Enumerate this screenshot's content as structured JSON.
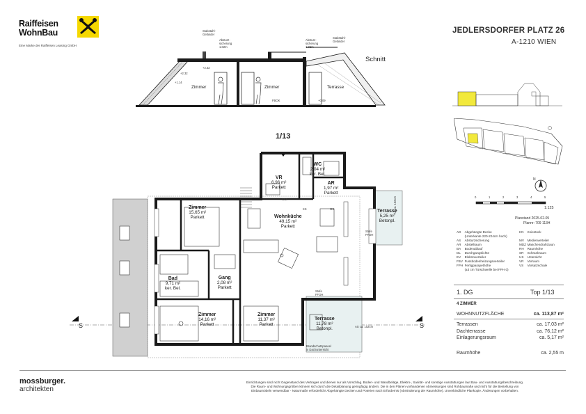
{
  "logo": {
    "line1": "Raiffeisen",
    "line2": "WohnBau",
    "tagline": "Eine Marke der Raiffeisen Leasing GmbH"
  },
  "project": {
    "address": "JEDLERSDORFER PLATZ 26",
    "city": "A-1210 WIEN"
  },
  "section": {
    "title": "Schnitt",
    "labels": {
      "railing1": "Stabstahl-\nGeländer",
      "fall1": "Absturz-\nsicherung\n1.02m",
      "fall2": "Absturz-\nsicherung\n1.02m",
      "railing2": "Stabstahl-\nGeländer",
      "room1": "Zimmer",
      "room2": "Zimmer",
      "terrace": "Terrasse",
      "lvl1": "+2.32",
      "lvl2": "+1.14",
      "lvl3": "FBOK",
      "lvl4": "+0.09",
      "lvl5": "+2.32"
    }
  },
  "plan": {
    "unit_marker": "1/13",
    "section_marker": "S",
    "rooms": [
      {
        "name": "VR",
        "area": "6,96 m²",
        "floor": "Parkett"
      },
      {
        "name": "WC",
        "area": "2,04 m²",
        "floor": "ker. Bel."
      },
      {
        "name": "AR",
        "area": "1,97 m²",
        "floor": "Parkett"
      },
      {
        "name": "Wohnküche",
        "area": "49,15 m²",
        "floor": "Parkett"
      },
      {
        "name": "Zimmer",
        "area": "15,65 m²",
        "floor": "Parkett"
      },
      {
        "name": "Terrasse",
        "area": "5,25 m²",
        "floor": "Betonpl."
      },
      {
        "name": "Gang",
        "area": "2,08 m²",
        "floor": "Parkett"
      },
      {
        "name": "Bad",
        "area": "9,71 m²",
        "floor": "ker. Bel."
      },
      {
        "name": "Zimmer",
        "area": "14,16 m²",
        "floor": "Parkett"
      },
      {
        "name": "Zimmer",
        "area": "11,37 m²",
        "floor": "Parkett"
      },
      {
        "name": "Terrasse",
        "area": "11,78 m²",
        "floor": "Betonpl."
      }
    ],
    "notes": {
      "as1": "AS ca. 102cm",
      "as2": "AS ca. 102cm",
      "fire": "Brandschutzpaneel\nin Dachuntersicht",
      "ks": "KS",
      "gs": "GS",
      "wm": "WM",
      "stufe1": "Stufe\nFFOH",
      "stufe2": "Stufe\nFFOH"
    }
  },
  "planinfo": {
    "scale": "1:125",
    "scale_ticks": [
      "0",
      "1",
      "2",
      "3",
      "4",
      "5"
    ],
    "date": "Planstand 2025-02-05",
    "plan_no": "Plannr: 709   113H",
    "north": "N"
  },
  "legend": [
    {
      "k": "AD",
      "v": "Abgehängte Decke\n(Unterkante 220-224cm hoch)",
      "k2": "KN",
      "v2": "Kniestock"
    },
    {
      "k": "AS",
      "v": "Absturzsicherung",
      "k2": "MV",
      "v2": "Medienverteiler"
    },
    {
      "k": "AR",
      "v": "Abstellraum",
      "k2": "MDZ",
      "v2": "Maschendrahtzaun"
    },
    {
      "k": "BA",
      "v": "Bodenablauf",
      "k2": "RH",
      "v2": "Raumhöhe"
    },
    {
      "k": "DL",
      "v": "Durchgangslichte",
      "k2": "SR",
      "v2": "Schrankraum"
    },
    {
      "k": "EV",
      "v": "Elektroverteiler",
      "k2": "US",
      "v2": "Untersicht"
    },
    {
      "k": "FBV",
      "v": "Fussbodenheizungsverteiler",
      "k2": "VR",
      "v2": "Vorraum"
    },
    {
      "k": "FPH",
      "v": "Fertigparapethöhe\n(±3 cm Türschwelle bei FPH 0)",
      "k2": "VS",
      "v2": "Vorsatzschale"
    }
  ],
  "unit": {
    "floor": "1. DG",
    "top": "Top 1/13",
    "rooms": "4 ZIMMER",
    "living_label": "WOHNNUTZFLÄCHE",
    "living_value": "ca. 113,87 m²",
    "rows": [
      {
        "label": "Terrassen",
        "value": "ca.  17,03 m²"
      },
      {
        "label": "Dachterrasse",
        "value": "ca.  76,12 m²"
      },
      {
        "label": "Einlagerungsraum",
        "value": "ca.    5,17 m²"
      }
    ],
    "height_label": "Raumhöhe",
    "height_value": "ca. 2,55 m"
  },
  "footer": {
    "architect1": "mossburger.",
    "architect2": "architekten",
    "disclaimer": "Einrichtungen sind nicht Gegenstand des Vertrages und dienen nur als Vorschlag. Boden- und Wandbeläge, Elektro-, Sanitär- und sonstige Ausstattungen laut Bau- und Ausstattungsbeschreibung.\nDie Raum- und Wohnungsgrößen können sich durch die Detailplanung geringfügig ändern. Die in den Plänen vorhandenen Abmessungen sind Rohbaumaße und nicht für die Bestellung von\nEinbaumöbeln verwendbar - Naturmaße erforderlich! Abgehängte Decken und Poterien nach Erfordernis (Abminderung der Raumhöhe). Unverbindliche Plankopie. Änderungen vorbehalten."
  },
  "colors": {
    "highlight": "#f2e93c",
    "wall": "#1a1a1a",
    "terrace_fill": "#eef6f6",
    "roof_fill": "#d8d8d8"
  }
}
